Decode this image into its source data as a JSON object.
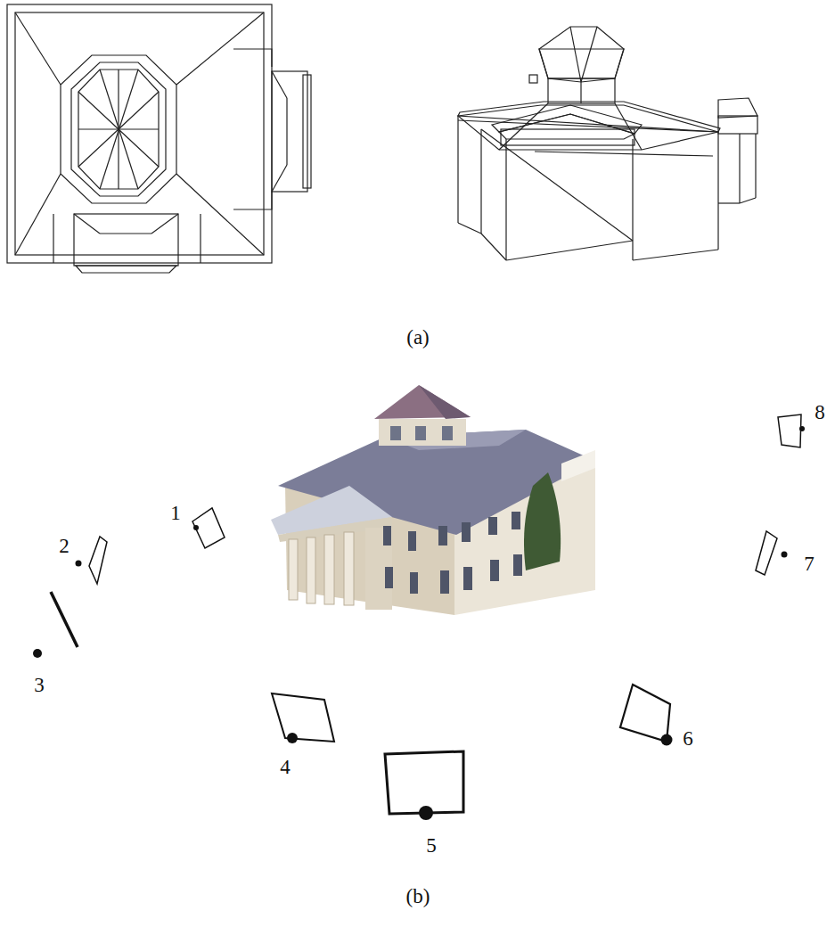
{
  "diagram": {
    "labels": [
      "(a)",
      "1",
      "2",
      "3",
      "4",
      "5",
      "6",
      "7",
      "8",
      "(b)"
    ]
  }
}
